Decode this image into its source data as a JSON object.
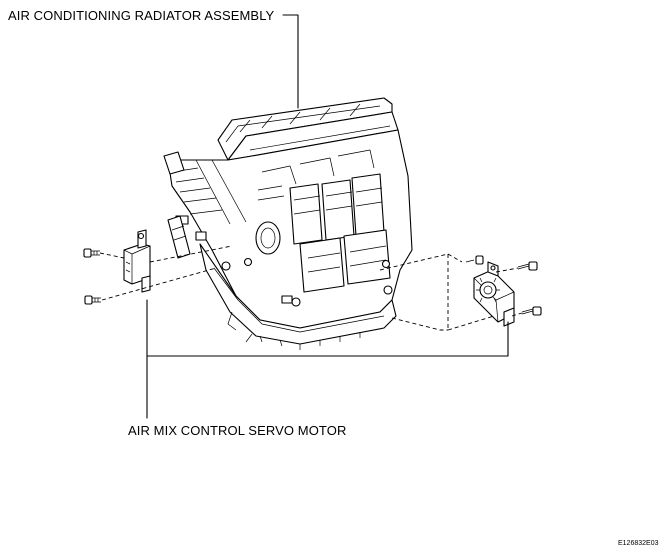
{
  "labels": {
    "radiator_assembly": "AIR CONDITIONING RADIATOR ASSEMBLY",
    "servo_motor": "AIR MIX CONTROL SERVO MOTOR",
    "figure_code": "E126832E03"
  }
}
